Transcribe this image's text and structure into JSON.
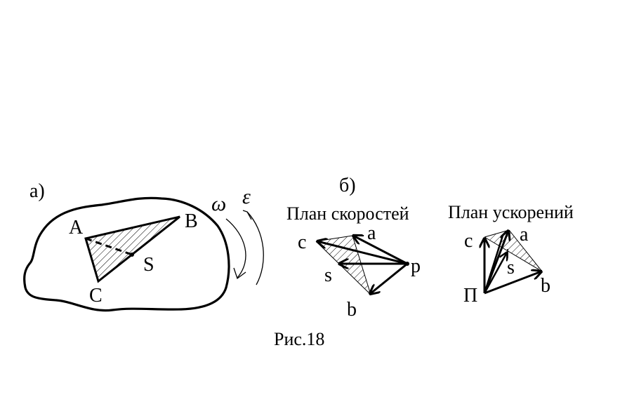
{
  "panel_a": {
    "label": "а)",
    "points": {
      "A": "A",
      "B": "B",
      "C": "C",
      "S": "S"
    },
    "omega": "ω",
    "epsilon": "ε"
  },
  "panel_b": {
    "label": "б)",
    "velocity_plan": {
      "title": "План скоростей",
      "points": {
        "c": "c",
        "a": "a",
        "p": "p",
        "s": "s",
        "b": "b"
      }
    },
    "acceleration_plan": {
      "title": "План ускорений",
      "points": {
        "c": "c",
        "a": "a",
        "s": "s",
        "pi": "П",
        "b": "b"
      }
    }
  },
  "caption": "Рис.18"
}
